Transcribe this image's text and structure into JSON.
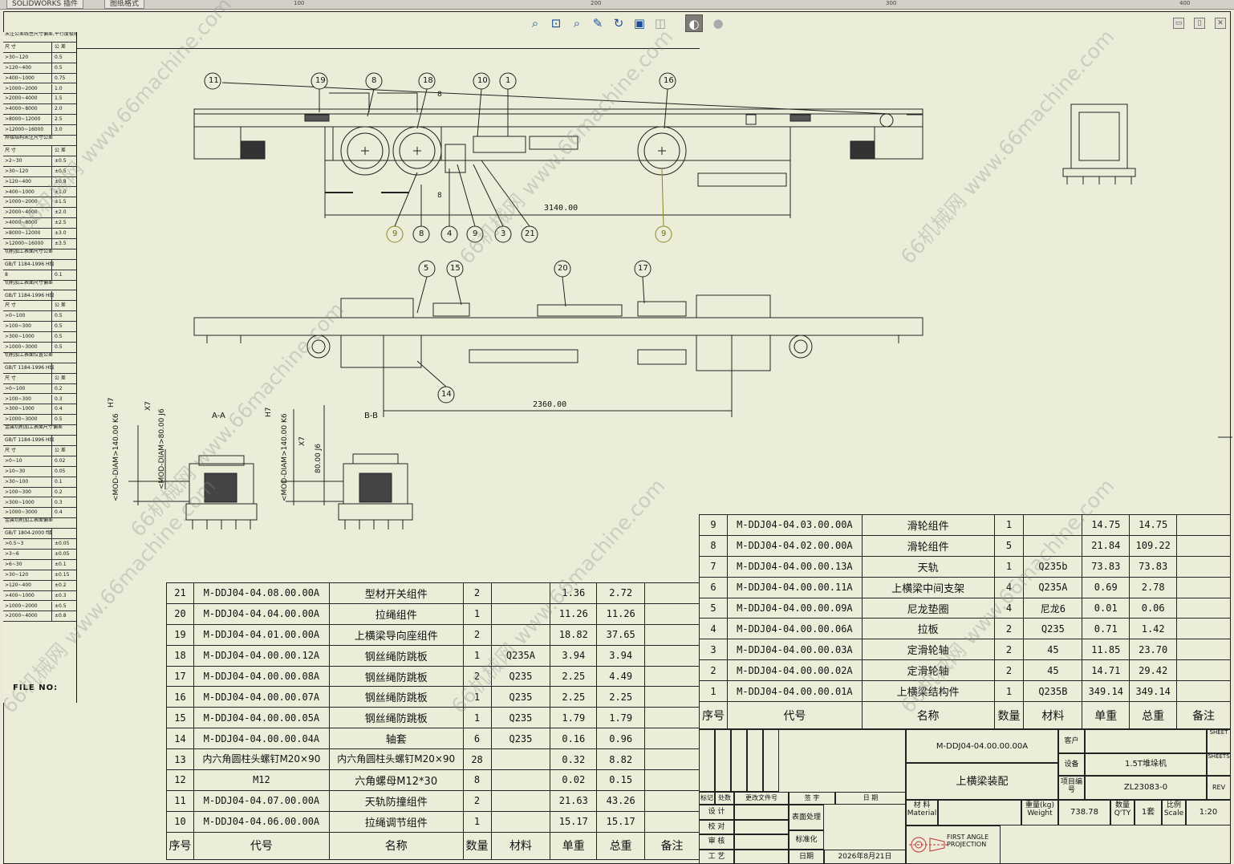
{
  "app": {
    "tabs": [
      "SOLIDWORKS 插件",
      "图纸格式"
    ],
    "ruler_ticks": [
      "100",
      "200",
      "300",
      "400"
    ]
  },
  "toolbar": {
    "icons": [
      "zoom-to-fit-icon",
      "zoom-to-area-icon",
      "zoom-in-out-icon",
      "zoom-to-selection-icon",
      "rotate-view-icon",
      "display-style-icon",
      "view-orientation-icon",
      "hide-show-icon",
      "appearance-icon",
      "scene-icon"
    ],
    "window_buttons": [
      "restore-icon",
      "close-icon"
    ]
  },
  "tolerance_strip": {
    "rows": [
      {
        "t": "未注公差线性尺寸偏差,平行度极限偏差"
      },
      {
        "a": "尺 寸",
        "b": "公 差"
      },
      {
        "a": ">30~120",
        "b": "0.5"
      },
      {
        "a": ">120~400",
        "b": "0.5"
      },
      {
        "a": ">400~1000",
        "b": "0.75"
      },
      {
        "a": ">1000~2000",
        "b": "1.0"
      },
      {
        "a": ">2000~4000",
        "b": "1.5"
      },
      {
        "a": ">4000~8000",
        "b": "2.0"
      },
      {
        "a": ">8000~12000",
        "b": "2.5"
      },
      {
        "a": ">12000~16000",
        "b": "3.0"
      },
      {
        "t": "焊接结构未注尺寸公差"
      },
      {
        "a": "尺 寸",
        "b": "公 差"
      },
      {
        "a": ">2~30",
        "b": "±0.5"
      },
      {
        "a": ">30~120",
        "b": "±0.5"
      },
      {
        "a": ">120~400",
        "b": "±0.8"
      },
      {
        "a": ">400~1000",
        "b": "±1.0"
      },
      {
        "a": ">1000~2000",
        "b": "±1.5"
      },
      {
        "a": ">2000~4000",
        "b": "±2.0"
      },
      {
        "a": ">4000~8000",
        "b": "±2.5"
      },
      {
        "a": ">8000~12000",
        "b": "±3.0"
      },
      {
        "a": ">12000~16000",
        "b": "±3.5"
      },
      {
        "t": "切削加工表面尺寸公差"
      },
      {
        "a": "GB/T 1184-1996 H级",
        "b": ""
      },
      {
        "a": "8",
        "b": "0.1"
      },
      {
        "t": "切削加工表面尺寸偏差"
      },
      {
        "a": "GB/T 1184-1996 H级",
        "b": ""
      },
      {
        "a": "尺 寸",
        "b": "公 差"
      },
      {
        "a": ">0~100",
        "b": "0.5"
      },
      {
        "a": ">100~300",
        "b": "0.5"
      },
      {
        "a": ">300~1000",
        "b": "0.5"
      },
      {
        "a": ">1000~3000",
        "b": "0.5"
      },
      {
        "t": "切削加工表面位置公差"
      },
      {
        "a": "GB/T 1184-1996 H级",
        "b": ""
      },
      {
        "a": "尺 寸",
        "b": "公 差"
      },
      {
        "a": ">0~100",
        "b": "0.2"
      },
      {
        "a": ">100~300",
        "b": "0.3"
      },
      {
        "a": ">300~1000",
        "b": "0.4"
      },
      {
        "a": ">1000~3000",
        "b": "0.5"
      },
      {
        "t": "金属切削加工表面尺寸偏差"
      },
      {
        "a": "GB/T 1184-1996 H级",
        "b": ""
      },
      {
        "a": "尺 寸",
        "b": "公 差"
      },
      {
        "a": ">0~10",
        "b": "0.02"
      },
      {
        "a": ">10~30",
        "b": "0.05"
      },
      {
        "a": ">30~100",
        "b": "0.1"
      },
      {
        "a": ">100~300",
        "b": "0.2"
      },
      {
        "a": ">300~1000",
        "b": "0.3"
      },
      {
        "a": ">1000~3000",
        "b": "0.4"
      },
      {
        "t": "金属切削加工表面偏差"
      },
      {
        "a": "GB/T 1804-2000 f级",
        "b": ""
      },
      {
        "a": ">0.5~3",
        "b": "±0.05"
      },
      {
        "a": ">3~6",
        "b": "±0.05"
      },
      {
        "a": ">6~30",
        "b": "±0.1"
      },
      {
        "a": ">30~120",
        "b": "±0.15"
      },
      {
        "a": ">120~400",
        "b": "±0.2"
      },
      {
        "a": ">400~1000",
        "b": "±0.3"
      },
      {
        "a": ">1000~2000",
        "b": "±0.5"
      },
      {
        "a": ">2000~4000",
        "b": "±0.8"
      }
    ],
    "file_no": "FILE NO:"
  },
  "drawing": {
    "balloons_front": [
      "11",
      "19",
      "8",
      "18",
      "10",
      "1",
      "16"
    ],
    "balloons_front_bottom": [
      "9",
      "8",
      "4",
      "9",
      "3",
      "21",
      "9"
    ],
    "balloons_top": [
      "5",
      "15",
      "20",
      "17"
    ],
    "balloon_14": "14",
    "dim_3140": "3140.00",
    "dim_2360": "2360.00",
    "dim_8_a": "8",
    "dim_8_b": "8",
    "section_aa": "A-A",
    "section_bb": "B-B",
    "dim_v1": "<MOD-DIAM>140.00 K6",
    "dim_v2": "<MOD-DIAM>80.00 J6",
    "dim_v3": "<MOD-DIAM>140.00 K6",
    "dim_v4": "80.00 J6",
    "fit_h7": "H7",
    "fit_x7": "X7"
  },
  "bom_left": {
    "rows": [
      [
        "21",
        "M-DDJ04-04.08.00.00A",
        "型材开关组件",
        "2",
        "",
        "1.36",
        "2.72",
        ""
      ],
      [
        "20",
        "M-DDJ04-04.04.00.00A",
        "拉绳组件",
        "1",
        "",
        "11.26",
        "11.26",
        ""
      ],
      [
        "19",
        "M-DDJ04-04.01.00.00A",
        "上横梁导向座组件",
        "2",
        "",
        "18.82",
        "37.65",
        ""
      ],
      [
        "18",
        "M-DDJ04-04.00.00.12A",
        "钢丝绳防跳板",
        "1",
        "Q235A",
        "3.94",
        "3.94",
        ""
      ],
      [
        "17",
        "M-DDJ04-04.00.00.08A",
        "钢丝绳防跳板",
        "2",
        "Q235",
        "2.25",
        "4.49",
        ""
      ],
      [
        "16",
        "M-DDJ04-04.00.00.07A",
        "钢丝绳防跳板",
        "1",
        "Q235",
        "2.25",
        "2.25",
        ""
      ],
      [
        "15",
        "M-DDJ04-04.00.00.05A",
        "钢丝绳防跳板",
        "1",
        "Q235",
        "1.79",
        "1.79",
        ""
      ],
      [
        "14",
        "M-DDJ04-04.00.00.04A",
        "轴套",
        "6",
        "Q235",
        "0.16",
        "0.96",
        ""
      ],
      [
        "13",
        "内六角圆柱头螺钉M20×90",
        "内六角圆柱头螺钉M20×90",
        "28",
        "",
        "0.32",
        "8.82",
        ""
      ],
      [
        "12",
        "M12",
        "六角螺母M12*30",
        "8",
        "",
        "0.02",
        "0.15",
        ""
      ],
      [
        "11",
        "M-DDJ04-04.07.00.00A",
        "天轨防撞组件",
        "2",
        "",
        "21.63",
        "43.26",
        ""
      ],
      [
        "10",
        "M-DDJ04-04.06.00.00A",
        "拉绳调节组件",
        "1",
        "",
        "15.17",
        "15.17",
        ""
      ]
    ],
    "header": [
      "序号",
      "代号",
      "名称",
      "数量",
      "材料",
      "单重",
      "总重",
      "备注"
    ]
  },
  "bom_right": {
    "rows": [
      [
        "9",
        "M-DDJ04-04.03.00.00A",
        "滑轮组件",
        "1",
        "",
        "14.75",
        "14.75",
        ""
      ],
      [
        "8",
        "M-DDJ04-04.02.00.00A",
        "滑轮组件",
        "5",
        "",
        "21.84",
        "109.22",
        ""
      ],
      [
        "7",
        "M-DDJ04-04.00.00.13A",
        "天轨",
        "1",
        "Q235b",
        "73.83",
        "73.83",
        ""
      ],
      [
        "6",
        "M-DDJ04-04.00.00.11A",
        "上横梁中间支架",
        "4",
        "Q235A",
        "0.69",
        "2.78",
        ""
      ],
      [
        "5",
        "M-DDJ04-04.00.00.09A",
        "尼龙垫圈",
        "4",
        "尼龙6",
        "0.01",
        "0.06",
        ""
      ],
      [
        "4",
        "M-DDJ04-04.00.00.06A",
        "拉板",
        "2",
        "Q235",
        "0.71",
        "1.42",
        ""
      ],
      [
        "3",
        "M-DDJ04-04.00.00.03A",
        "定滑轮轴",
        "2",
        "45",
        "11.85",
        "23.70",
        ""
      ],
      [
        "2",
        "M-DDJ04-04.00.00.02A",
        "定滑轮轴",
        "2",
        "45",
        "14.71",
        "29.42",
        ""
      ],
      [
        "1",
        "M-DDJ04-04.00.00.01A",
        "上横梁结构件",
        "1",
        "Q235B",
        "349.14",
        "349.14",
        ""
      ]
    ],
    "header": [
      "序号",
      "代号",
      "名称",
      "数量",
      "材料",
      "单重",
      "总重",
      "备注"
    ]
  },
  "title_block": {
    "drawing_no": "M-DDJ04-04.00.00.00A",
    "drawing_name": "上横梁装配",
    "customer_label": "客户",
    "equipment_label": "设备",
    "equipment": "1.5T堆垛机",
    "project_label": "项目编号",
    "project_no": "ZL23083-0",
    "sheet_label": "SHEET",
    "sheets_label": "SHEETS",
    "rev_label": "REV",
    "rev_cols": [
      "标记",
      "处数",
      "更改文件号",
      "签 字",
      "日 期"
    ],
    "sign_rows": [
      "设 计",
      "校 对",
      "审 核",
      "工 艺"
    ],
    "surface_label": "表面处理",
    "std_label": "标准化",
    "date_label": "日期",
    "date": "2026年8月21日",
    "material_label": "材 料 Material",
    "weight_label": "重量(kg) Weight",
    "weight": "738.78",
    "qty_label": "数量 Q'TY",
    "qty": "1套",
    "scale_label": "比例 Scale",
    "scale": "1:20",
    "projection": "FIRST ANGLE PROJECTION"
  },
  "watermarks": [
    "66机械网 www.66machine.com",
    "66机械网 www.66machine.com",
    "66机械网 www.66machine.com",
    "66机械网 www.66machine.com",
    "66机械网 www.66machine.com",
    "66机械网 www.66machine.com",
    "66机械网 www.66machine.com"
  ]
}
